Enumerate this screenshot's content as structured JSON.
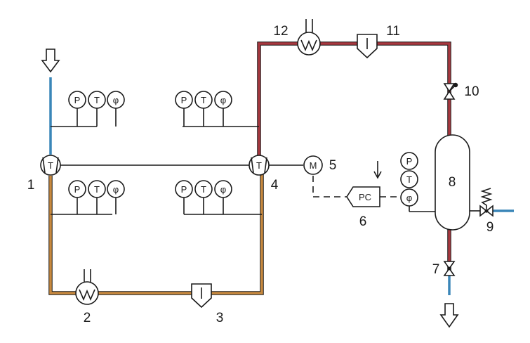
{
  "numbers": {
    "n1": "1",
    "n2": "2",
    "n3": "3",
    "n4": "4",
    "n5": "5",
    "n6": "6",
    "n7": "7",
    "n8": "8",
    "n9": "9",
    "n10": "10",
    "n11": "11",
    "n12": "12"
  },
  "symbols": {
    "pressure": "P",
    "temperature": "T",
    "humidity": "φ",
    "thermostat": "T",
    "motor": "M",
    "controller": "PC"
  },
  "colors": {
    "hot_line": "#a8383f",
    "warm_line": "#c8893f",
    "cold_line": "#3a86b8",
    "ink": "#1a1a1a"
  },
  "icons": {
    "inlet": "arrow-down-outline-icon",
    "outlet": "arrow-down-outline-icon",
    "signal": "arrow-down-icon",
    "relief": "spring-icon"
  }
}
